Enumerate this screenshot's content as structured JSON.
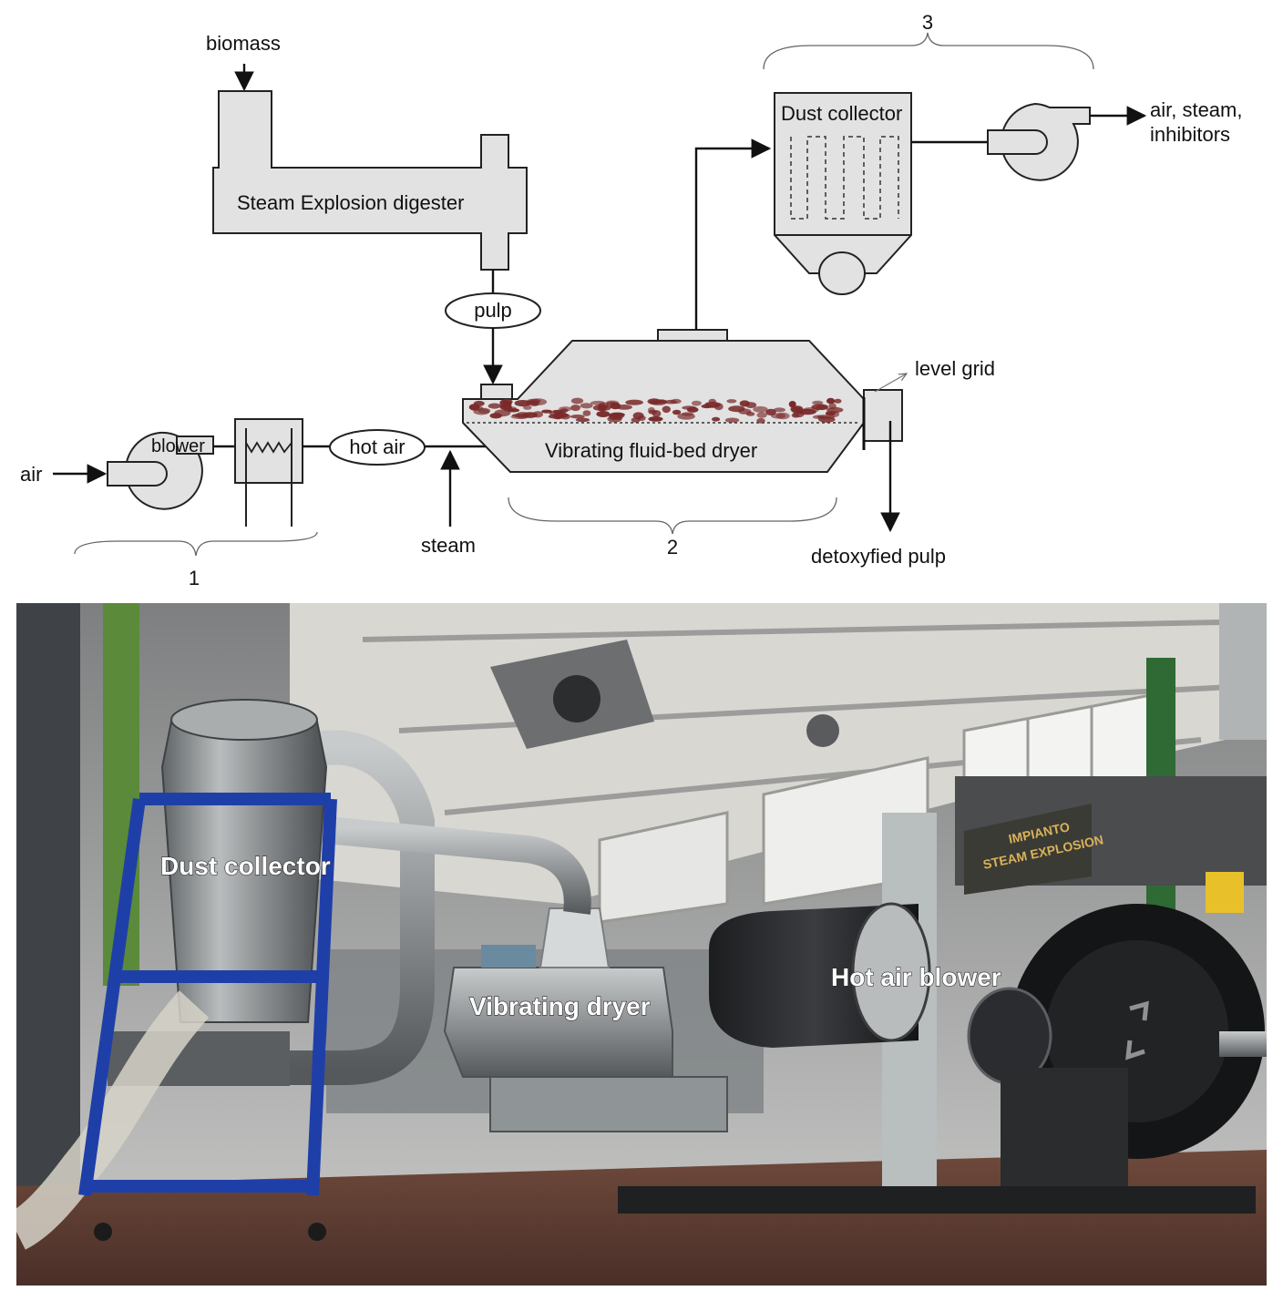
{
  "diagram": {
    "labels": {
      "biomass": "biomass",
      "digester": "Steam Explosion digester",
      "pulp": "pulp",
      "air": "air",
      "blower": "blower",
      "hot_air": "hot air",
      "steam": "steam",
      "dryer": "Vibrating fluid-bed dryer",
      "level_grid": "level grid",
      "detoxified_pulp": "detoxyfied pulp",
      "dust_collector": "Dust collector",
      "outlet_line1": "air, steam,",
      "outlet_line2": "inhibitors"
    },
    "sections": {
      "one": "1",
      "two": "2",
      "three": "3"
    }
  },
  "photo": {
    "labels": {
      "dust_collector": "Dust collector",
      "vibrating_dryer": "Vibrating dryer",
      "hot_air_blower": "Hot air blower"
    },
    "sign_line1": "IMPIANTO",
    "sign_line2": "STEAM EXPLOSION"
  },
  "colors": {
    "equipment_fill": "#e2e2e2",
    "pulp_particles": "#7a2a2a",
    "frame_blue": "#1f3fa8"
  }
}
